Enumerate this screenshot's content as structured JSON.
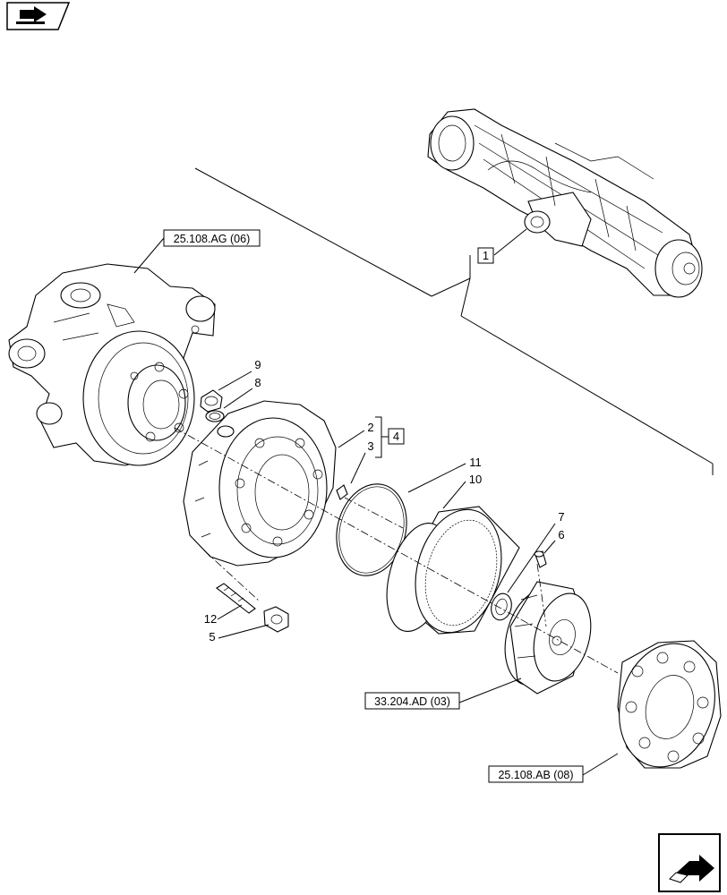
{
  "callouts": {
    "c1": "1",
    "c2": "2",
    "c3": "3",
    "c4": "4",
    "c5": "5",
    "c6": "6",
    "c7": "7",
    "c8": "8",
    "c9": "9",
    "c10": "10",
    "c11": "11",
    "c12": "12"
  },
  "references": {
    "knuckle": "25.108.AG (06)",
    "planetary_carrier": "33.204.AD (03)",
    "hub": "25.108.AB (08)"
  },
  "icons": {
    "top_left": "book-arrow-icon",
    "bottom_right": "next-page-arrow-icon"
  }
}
